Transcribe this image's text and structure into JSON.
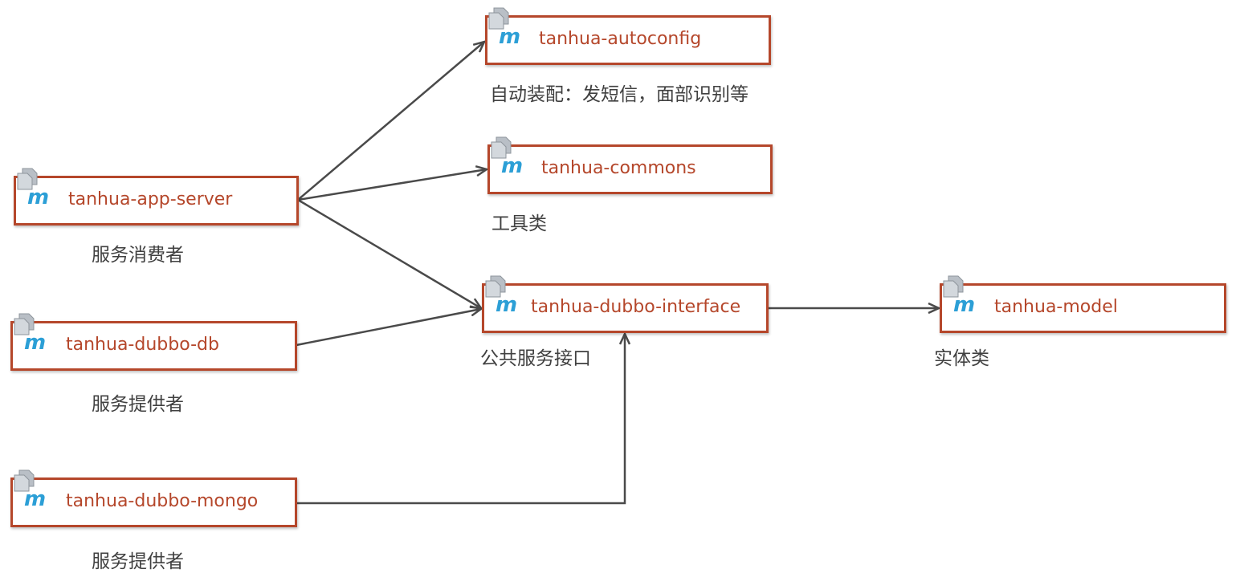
{
  "colors": {
    "box_border": "#b5472b",
    "text": "#b5472b",
    "caption": "#404040",
    "arrow": "#4a4a4a",
    "icon_m": "#2c9fd6"
  },
  "modules": {
    "app_server": {
      "name": "tanhua-app-server",
      "caption": "服务消费者",
      "icon": "maven-module-icon"
    },
    "dubbo_db": {
      "name": "tanhua-dubbo-db",
      "caption": "服务提供者",
      "icon": "maven-module-icon"
    },
    "dubbo_mongo": {
      "name": "tanhua-dubbo-mongo",
      "caption": "服务提供者",
      "icon": "maven-module-icon"
    },
    "autoconfig": {
      "name": "tanhua-autoconfig",
      "caption": "自动装配：发短信，面部识别等",
      "icon": "maven-module-icon"
    },
    "commons": {
      "name": "tanhua-commons",
      "caption": "工具类",
      "icon": "maven-module-icon"
    },
    "interface": {
      "name": "tanhua-dubbo-interface",
      "caption": "公共服务接口",
      "icon": "maven-module-icon"
    },
    "model": {
      "name": "tanhua-model",
      "caption": "实体类",
      "icon": "maven-module-icon"
    }
  },
  "dependencies": [
    {
      "from": "tanhua-app-server",
      "to": "tanhua-autoconfig"
    },
    {
      "from": "tanhua-app-server",
      "to": "tanhua-commons"
    },
    {
      "from": "tanhua-app-server",
      "to": "tanhua-dubbo-interface"
    },
    {
      "from": "tanhua-dubbo-db",
      "to": "tanhua-dubbo-interface"
    },
    {
      "from": "tanhua-dubbo-mongo",
      "to": "tanhua-dubbo-interface"
    },
    {
      "from": "tanhua-dubbo-interface",
      "to": "tanhua-model"
    }
  ]
}
